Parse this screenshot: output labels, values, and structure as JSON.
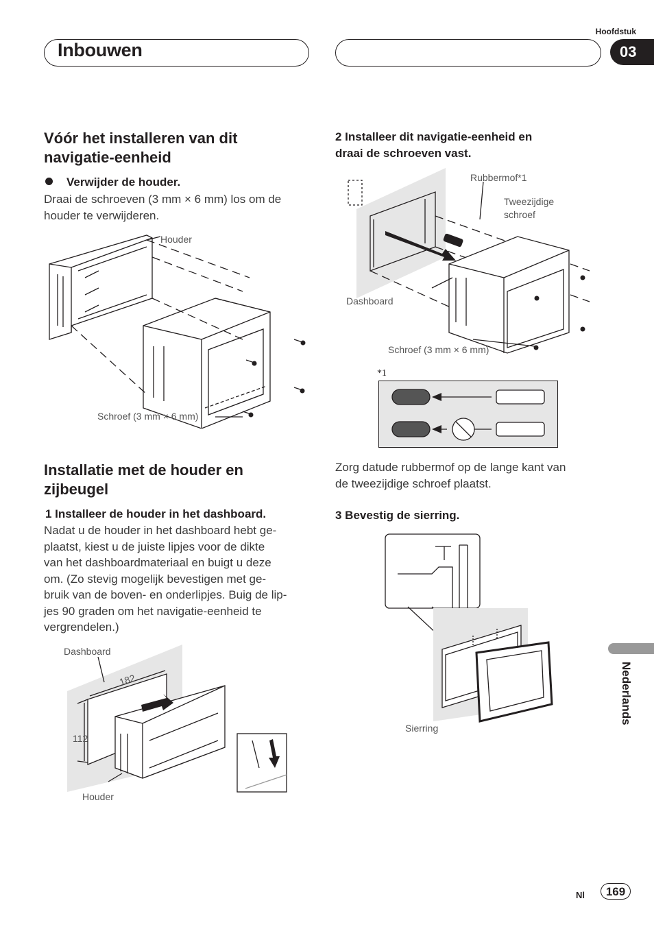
{
  "header": {
    "chapter_label": "Hoofdstuk",
    "chapter_number": "03",
    "section_title": "Inbouwen"
  },
  "left": {
    "h_before": "Vóór het installeren van dit\nnavigatie-eenheid",
    "bullet": "Verwijder de houder.",
    "bullet_text": "Draai de schroeven (3 mm × 6 mm) los om de\nhouder te verwijderen.",
    "fig1_houder": "Houder",
    "fig1_schroef": "Schroef  (3 mm × 6 mm)",
    "h_install": "Installatie met de houder en\nzijbeugel",
    "step1_title": "1    Installeer de houder in het dashboard.",
    "step1_text": "Nadat u de houder in het dashboard hebt ge-\nplaatst, kiest u de juiste lipjes voor de dikte\nvan het dashboardmateriaal en buigt u deze\nom. (Zo stevig mogelijk bevestigen met ge-\nbruik van de boven- en onderlipjes. Buig de lip-\njes 90 graden om het navigatie-eenheid te\nvergrendelen.)",
    "fig3_dashboard": "Dashboard",
    "fig3_width": "182",
    "fig3_height": "112",
    "fig3_houder": "Houder"
  },
  "right": {
    "step2_title": "2    Installeer dit navigatie-eenheid en\ndraai de schroeven vast.",
    "fig2_rubbermof": "Rubbermof*1",
    "fig2_tweezijdige": "Tweezijdige",
    "fig2_schroef_word": "schroef",
    "fig2_dashboard": "Dashboard",
    "fig2_schroef": "Schroef (3 mm × 6 mm)",
    "footnote_mark": "*1",
    "note_text": "Zorg datude rubbermof op de lange kant van\nde tweezijdige schroef plaatst.",
    "step3_title": "3    Bevestig de sierring.",
    "fig4_sierring": "Sierring"
  },
  "side_tab": {
    "language": "Nederlands"
  },
  "footer": {
    "lang_code": "Nl",
    "page_number": "169"
  }
}
